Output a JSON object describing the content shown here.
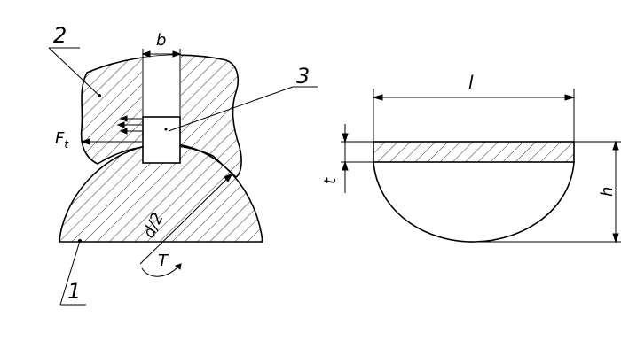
{
  "labels": {
    "part_2": "2",
    "part_3": "3",
    "part_1": "1",
    "dim_b": "b",
    "dim_l": "l",
    "dim_t": "t",
    "dim_h": "h",
    "force": "F",
    "force_sub": "t",
    "torque": "T",
    "radius": "d/2"
  }
}
